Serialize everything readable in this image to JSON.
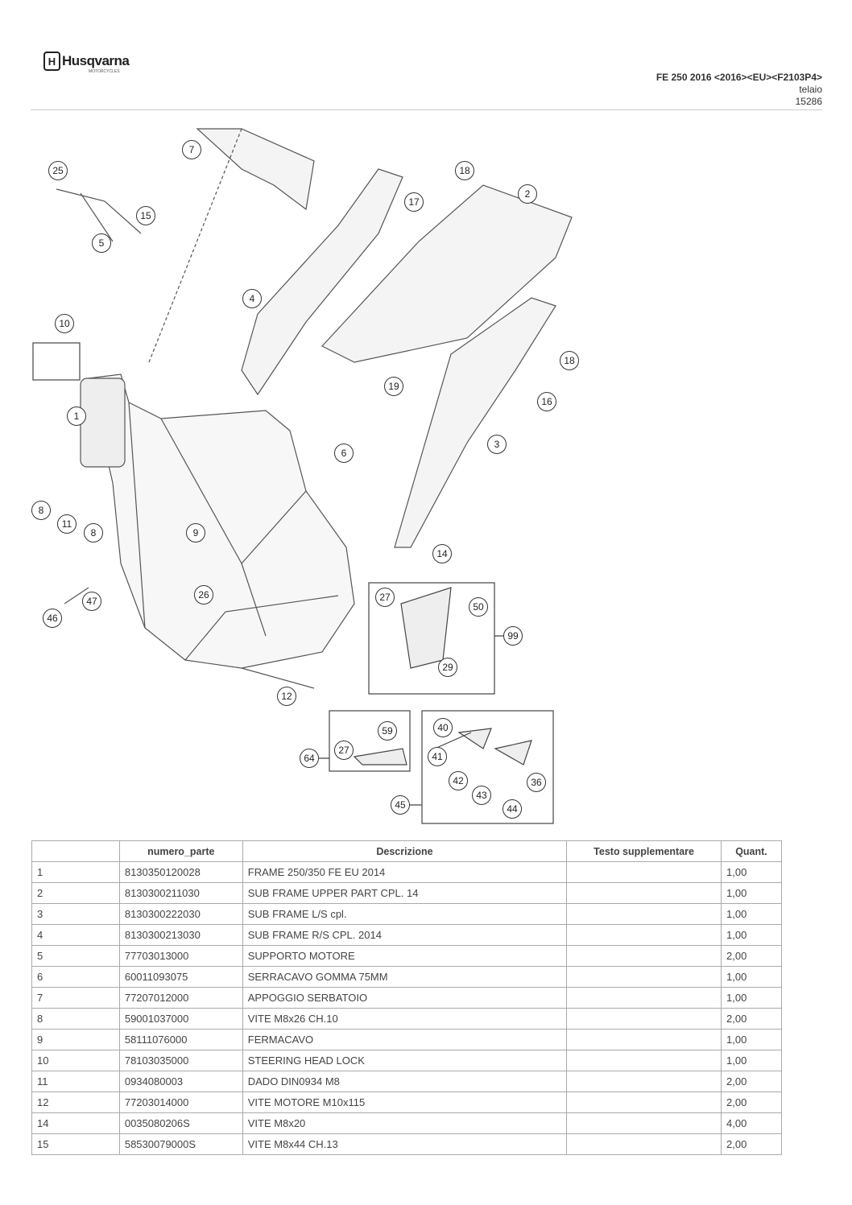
{
  "brand": {
    "name": "Husqvarna",
    "tagline": "MOTORCYCLES"
  },
  "header": {
    "model": "FE 250 2016 <2016><EU><F2103P4>",
    "group": "telaio",
    "code": "15286"
  },
  "callouts": [
    "7",
    "25",
    "15",
    "5",
    "18",
    "2",
    "17",
    "4",
    "10",
    "18",
    "19",
    "16",
    "1",
    "6",
    "3",
    "8",
    "11",
    "8",
    "9",
    "14",
    "27",
    "50",
    "47",
    "26",
    "46",
    "99",
    "29",
    "12",
    "59",
    "40",
    "27",
    "64",
    "41",
    "42",
    "36",
    "43",
    "45",
    "44"
  ],
  "table": {
    "headers": [
      "",
      "numero_parte",
      "Descrizione",
      "Testo supplementare",
      "Quant."
    ],
    "rows": [
      [
        "1",
        "8130350120028",
        "FRAME 250/350 FE EU 2014",
        "",
        "1,00"
      ],
      [
        "2",
        "8130300211030",
        "SUB FRAME UPPER PART CPL. 14",
        "",
        "1,00"
      ],
      [
        "3",
        "8130300222030",
        "SUB FRAME L/S cpl.",
        "",
        "1,00"
      ],
      [
        "4",
        "8130300213030",
        "SUB FRAME R/S CPL. 2014",
        "",
        "1,00"
      ],
      [
        "5",
        "77703013000",
        "SUPPORTO MOTORE",
        "",
        "2,00"
      ],
      [
        "6",
        "60011093075",
        "SERRACAVO GOMMA 75MM",
        "",
        "1,00"
      ],
      [
        "7",
        "77207012000",
        "APPOGGIO SERBATOIO",
        "",
        "1,00"
      ],
      [
        "8",
        "59001037000",
        "VITE M8x26 CH.10",
        "",
        "2,00"
      ],
      [
        "9",
        "58111076000",
        "FERMACAVO",
        "",
        "1,00"
      ],
      [
        "10",
        "78103035000",
        "STEERING HEAD LOCK",
        "",
        "1,00"
      ],
      [
        "11",
        "0934080003",
        "DADO DIN0934 M8",
        "",
        "2,00"
      ],
      [
        "12",
        "77203014000",
        "VITE MOTORE M10x115",
        "",
        "2,00"
      ],
      [
        "14",
        "0035080206S",
        "VITE M8x20",
        "",
        "4,00"
      ],
      [
        "15",
        "58530079000S",
        "VITE M8x44 CH.13",
        "",
        "2,00"
      ]
    ]
  }
}
